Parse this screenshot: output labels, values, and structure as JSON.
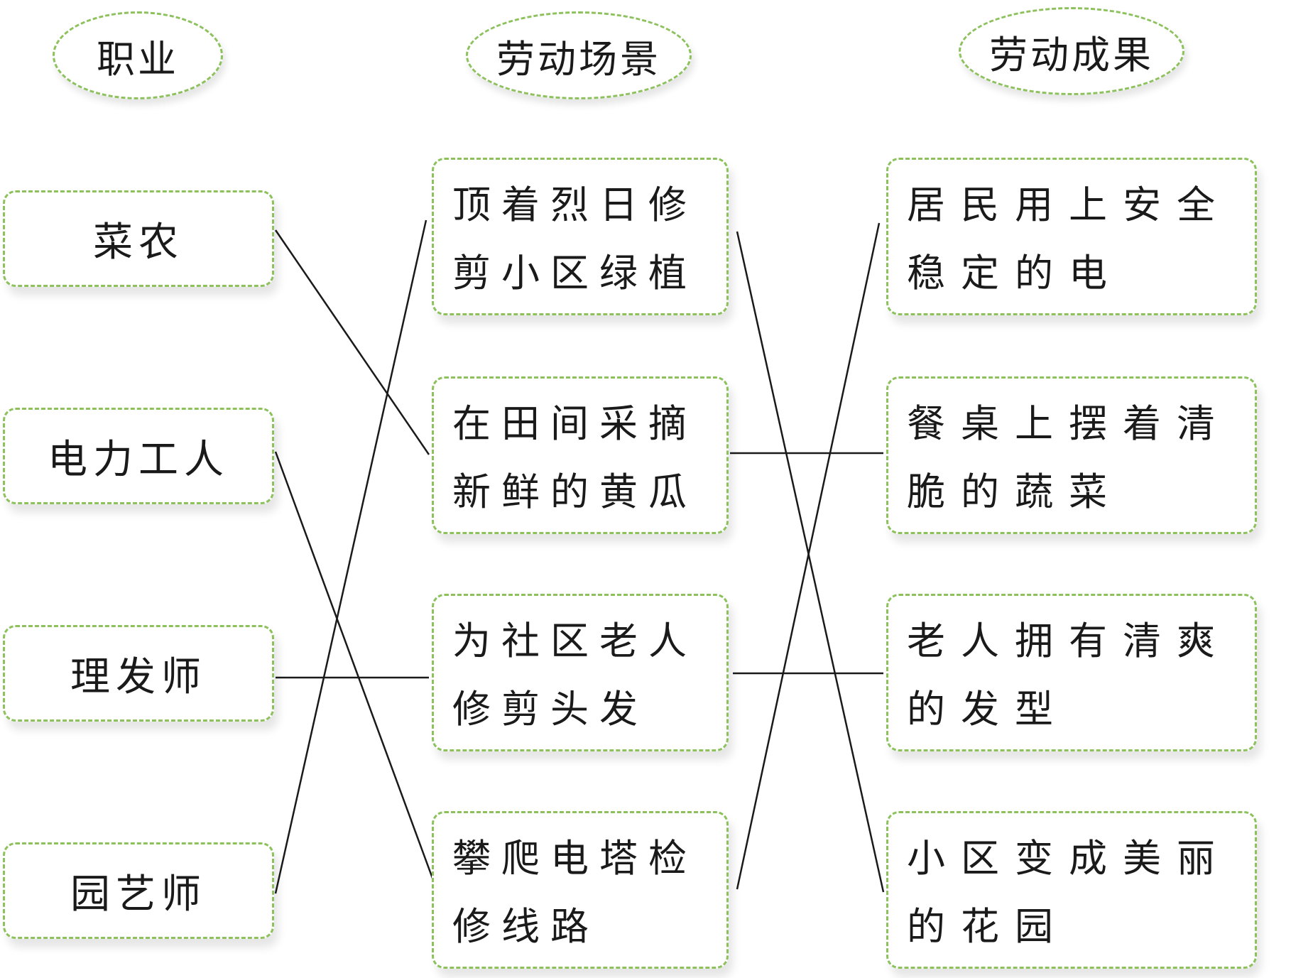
{
  "headers": {
    "occupation": "职业",
    "scene": "劳动场景",
    "result": "劳动成果"
  },
  "occupations": [
    "菜农",
    "电力工人",
    "理发师",
    "园艺师"
  ],
  "scenes": [
    [
      "顶着烈日修",
      "剪小区绿植"
    ],
    [
      "在田间采摘",
      "新鲜的黄瓜"
    ],
    [
      "为社区老人",
      "修剪头发"
    ],
    [
      "攀爬电塔检",
      "修线路"
    ]
  ],
  "results": [
    [
      "居民用上安全",
      "稳定的电"
    ],
    [
      "餐桌上摆着清",
      "脆的蔬菜"
    ],
    [
      "老人拥有清爽",
      "的发型"
    ],
    [
      "小区变成美丽",
      "的花园"
    ]
  ],
  "links": {
    "occupation_to_scene": [
      {
        "occupation": "菜农",
        "scene": "在田间采摘新鲜的黄瓜"
      },
      {
        "occupation": "电力工人",
        "scene": "攀爬电塔检修线路"
      },
      {
        "occupation": "理发师",
        "scene": "为社区老人修剪头发"
      },
      {
        "occupation": "园艺师",
        "scene": "顶着烈日修剪小区绿植"
      }
    ],
    "scene_to_result": [
      {
        "scene": "顶着烈日修剪小区绿植",
        "result": "小区变成美丽的花园"
      },
      {
        "scene": "在田间采摘新鲜的黄瓜",
        "result": "餐桌上摆着清脆的蔬菜"
      },
      {
        "scene": "为社区老人修剪头发",
        "result": "老人拥有清爽的发型"
      },
      {
        "scene": "攀爬电塔检修线路",
        "result": "居民用上安全稳定的电"
      }
    ]
  },
  "colors": {
    "border": "#8cc15c",
    "text": "#1a1a1a",
    "line": "#1a1a1a"
  }
}
